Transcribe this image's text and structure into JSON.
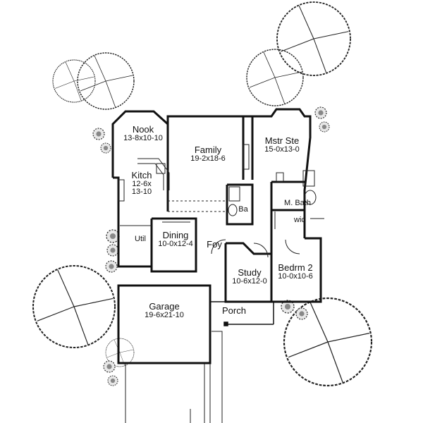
{
  "rooms": {
    "nook": {
      "name": "Nook",
      "dims": "13-8x10-10"
    },
    "family": {
      "name": "Family",
      "dims": "19-2x18-6"
    },
    "mstr_ste": {
      "name": "Mstr Ste",
      "dims": "15-0x13-0"
    },
    "kitch": {
      "name": "Kitch",
      "dims": "12-6x",
      "dims2": "13-10"
    },
    "ba": {
      "name": "Ba"
    },
    "m_bath": {
      "name": "M. Bath"
    },
    "wic": {
      "name": "wic"
    },
    "dining": {
      "name": "Dining",
      "dims": "10-0x12-4"
    },
    "util": {
      "name": "Util"
    },
    "foy": {
      "name": "Foy"
    },
    "study": {
      "name": "Study",
      "dims": "10-6x12-0"
    },
    "bedrm2": {
      "name": "Bedrm 2",
      "dims": "10-0x10-6"
    },
    "garage": {
      "name": "Garage",
      "dims": "19-6x21-10"
    },
    "porch": {
      "name": "Porch"
    }
  }
}
